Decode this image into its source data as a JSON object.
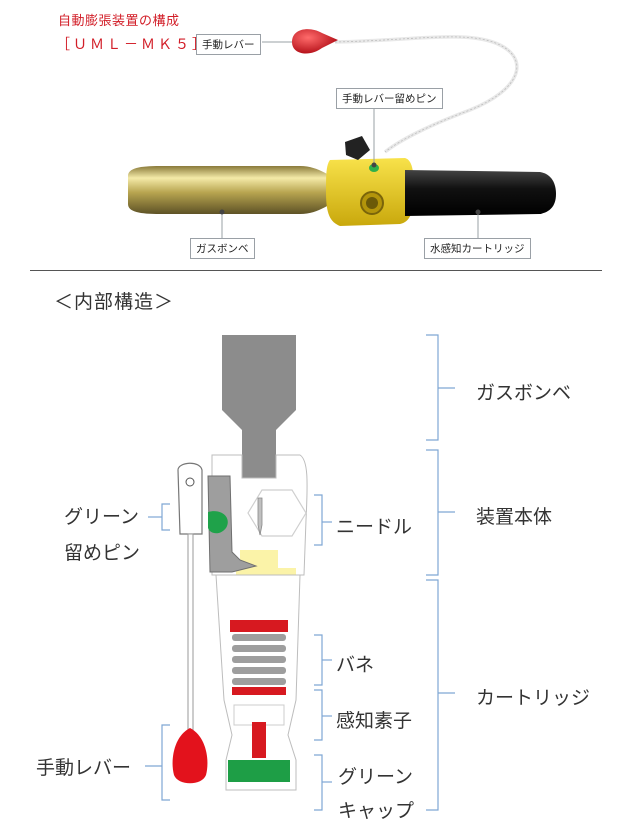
{
  "header": {
    "title": "自動膨張装置の構成",
    "model": "［ＵＭＬ－ＭＫ５］"
  },
  "photo": {
    "callouts": {
      "manual_lever": "手動レバー",
      "lever_pin": "手動レバー留めピン",
      "gas_cylinder": "ガスボンベ",
      "cartridge": "水感知カートリッジ"
    }
  },
  "section": {
    "title": "＜内部構造＞"
  },
  "diagram": {
    "labels": {
      "green_pin_line1": "グリーン",
      "green_pin_line2": "留めピン",
      "needle": "ニードル",
      "spring": "バネ",
      "sensor": "感知素子",
      "green_cap_line1": "グリーン",
      "green_cap_line2": "キャップ",
      "manual_lever": "手動レバー",
      "gas_cylinder": "ガスボンベ",
      "body": "装置本体",
      "cartridge": "カートリッジ"
    }
  },
  "colors": {
    "accent_red": "#d21e28",
    "bracket_blue": "#7fa7d4",
    "gas_gray": "#8c8c8c",
    "yellow_light": "#fbf3a8",
    "green": "#1fa24a",
    "cartridge_yellow": "#f2d21b"
  }
}
